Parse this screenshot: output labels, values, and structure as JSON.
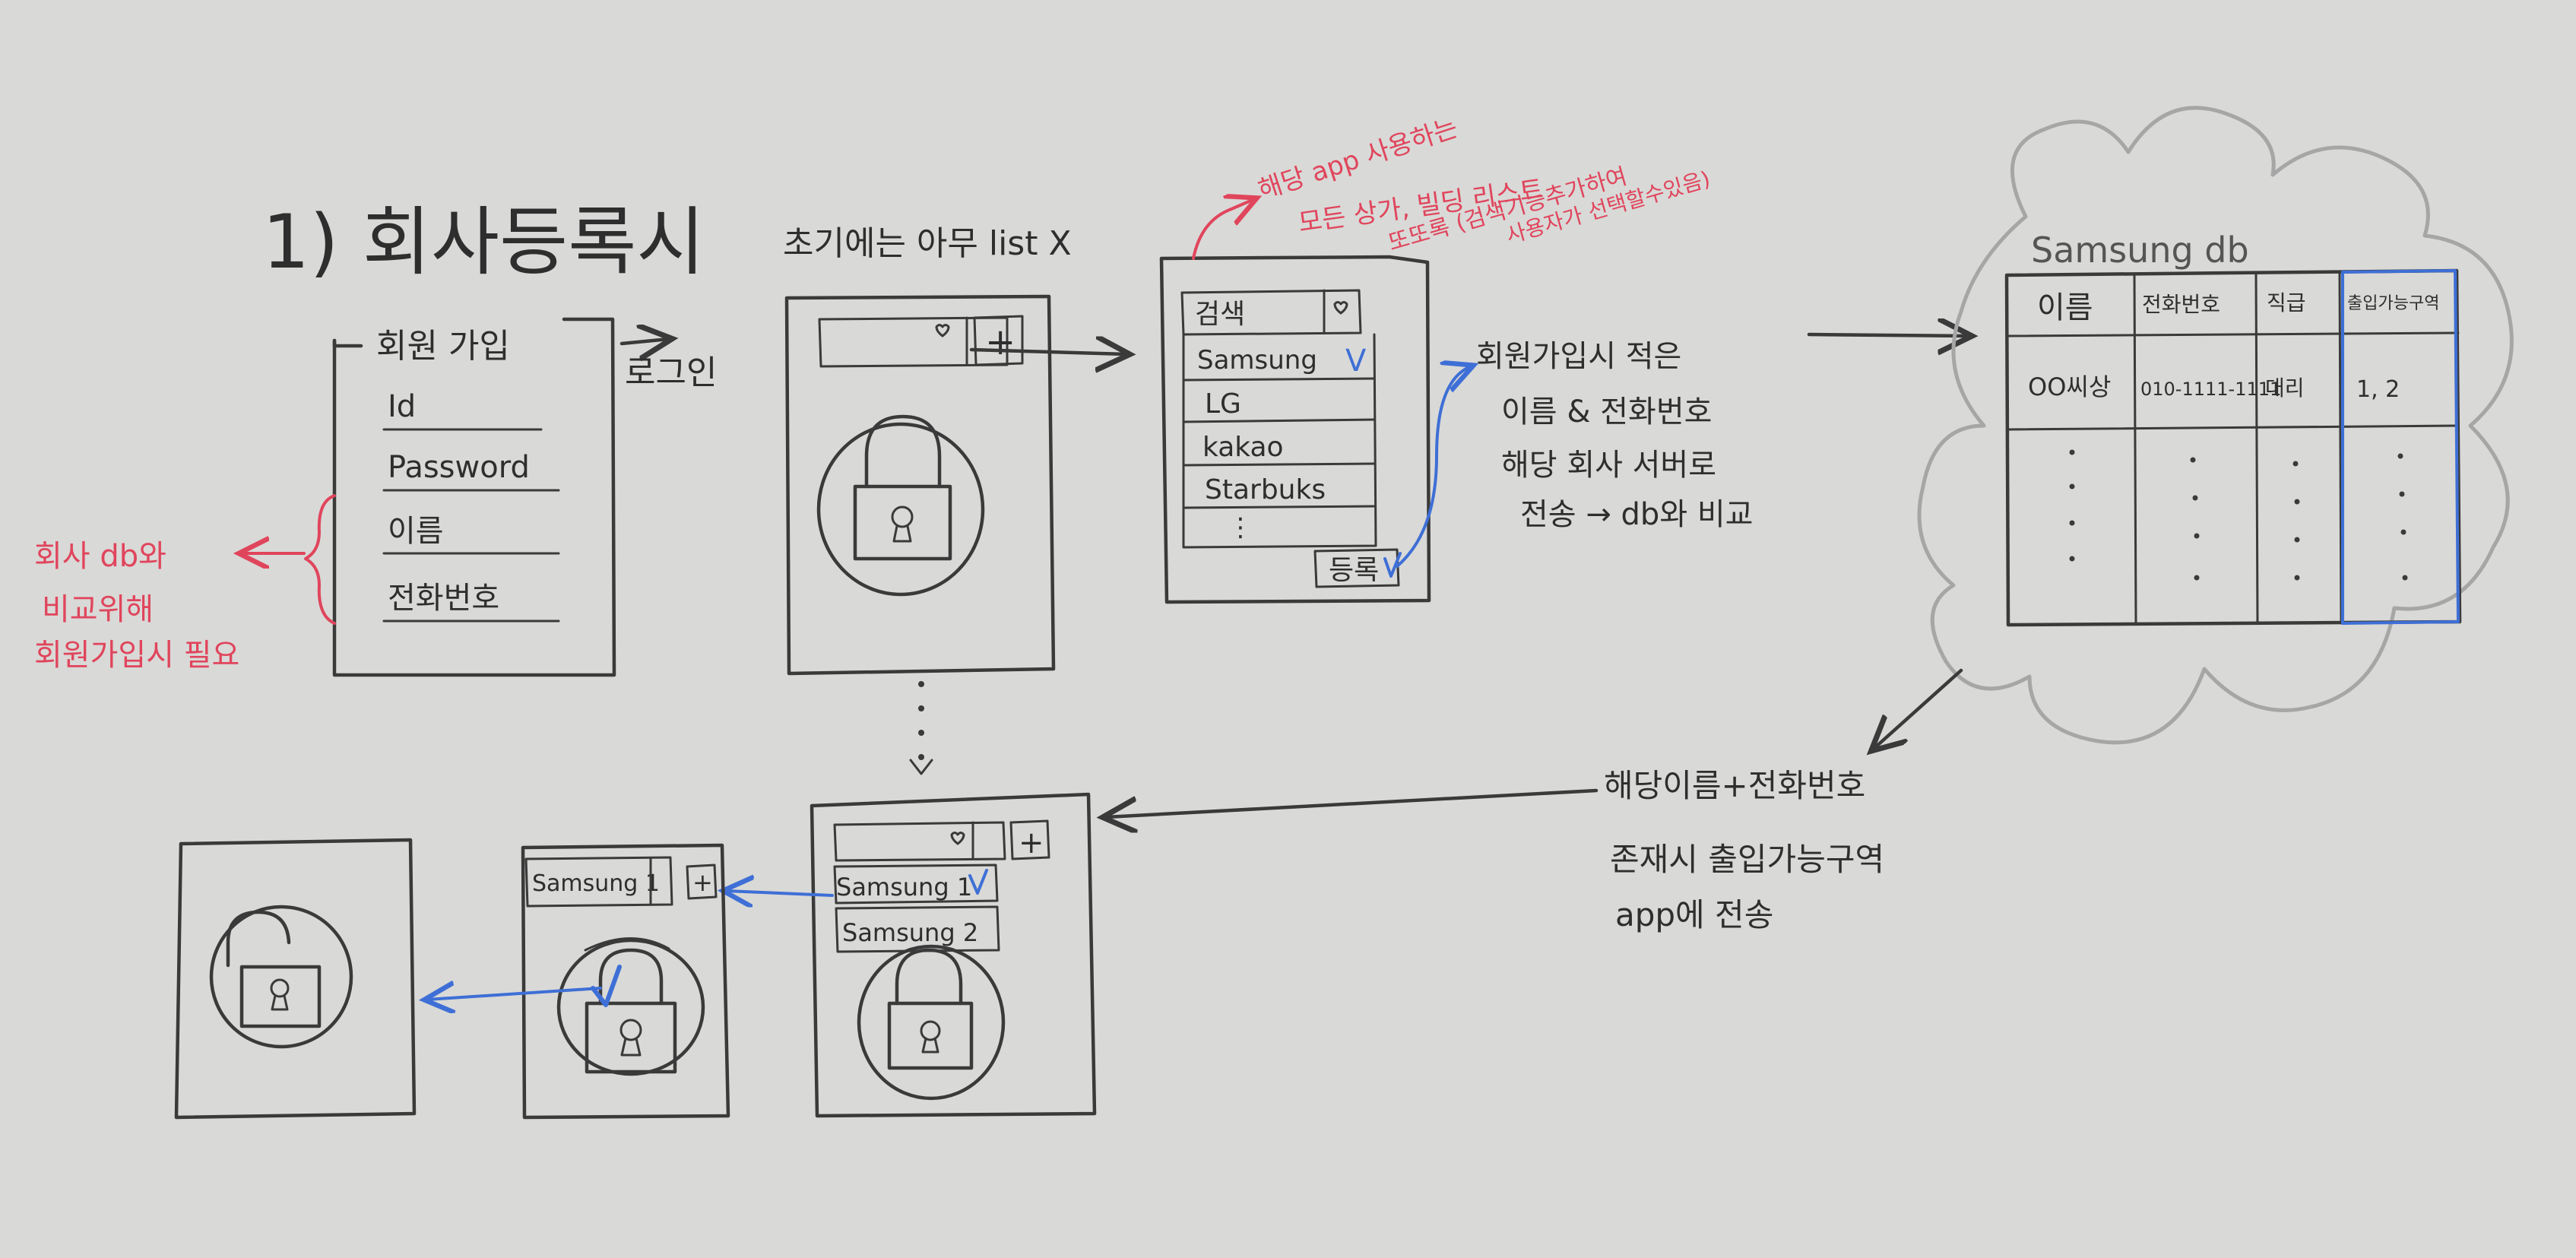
{
  "title": "1) 회사등록시",
  "colors": {
    "ink": "#3a3a3a",
    "red_ink": "#e0455c",
    "blue_ink": "#3e6fd6",
    "paper": "#d9d9d7"
  },
  "signup_form": {
    "heading": "회원 가입",
    "fields": [
      "Id",
      "Password",
      "이름",
      "전화번호"
    ]
  },
  "signup_note": [
    "회사 db와",
    "비교위해",
    "회원가입시 필요"
  ],
  "login_label": "로그인",
  "screen1": {
    "caption": "초기에는 아무 list X",
    "plus": "+"
  },
  "screen2": {
    "search": "검색",
    "companies": [
      "Samsung",
      "LG",
      "kakao",
      "Starbuks",
      "⋮"
    ],
    "register_button": "등록",
    "check": "V",
    "note": [
      "해당 app 사용하는",
      "모든 상가, 빌딩 리스트",
      "또또록 (검색기능추가하여",
      "사용자가 선택할수있음)"
    ]
  },
  "register_note": [
    "회원가입시 적은",
    "이름 & 전화번호",
    "해당 회사 서버로",
    "전송 → db와 비교"
  ],
  "samsung_db": {
    "title": "Samsung db",
    "headers": [
      "이름",
      "전화번호",
      "직급",
      "출입가능구역"
    ],
    "rows": [
      [
        "OO씨상",
        "010-1111-1111",
        "대리",
        "1, 2"
      ]
    ]
  },
  "return_note": [
    "해당이름+전화번호",
    "존재시 출입가능구역",
    "app에 전송"
  ],
  "screen3": {
    "items": [
      "Samsung 1",
      "Samsung 2"
    ],
    "check": "V",
    "plus": "+"
  },
  "screen4": {
    "selected": "Samsung 1",
    "plus": "+"
  }
}
